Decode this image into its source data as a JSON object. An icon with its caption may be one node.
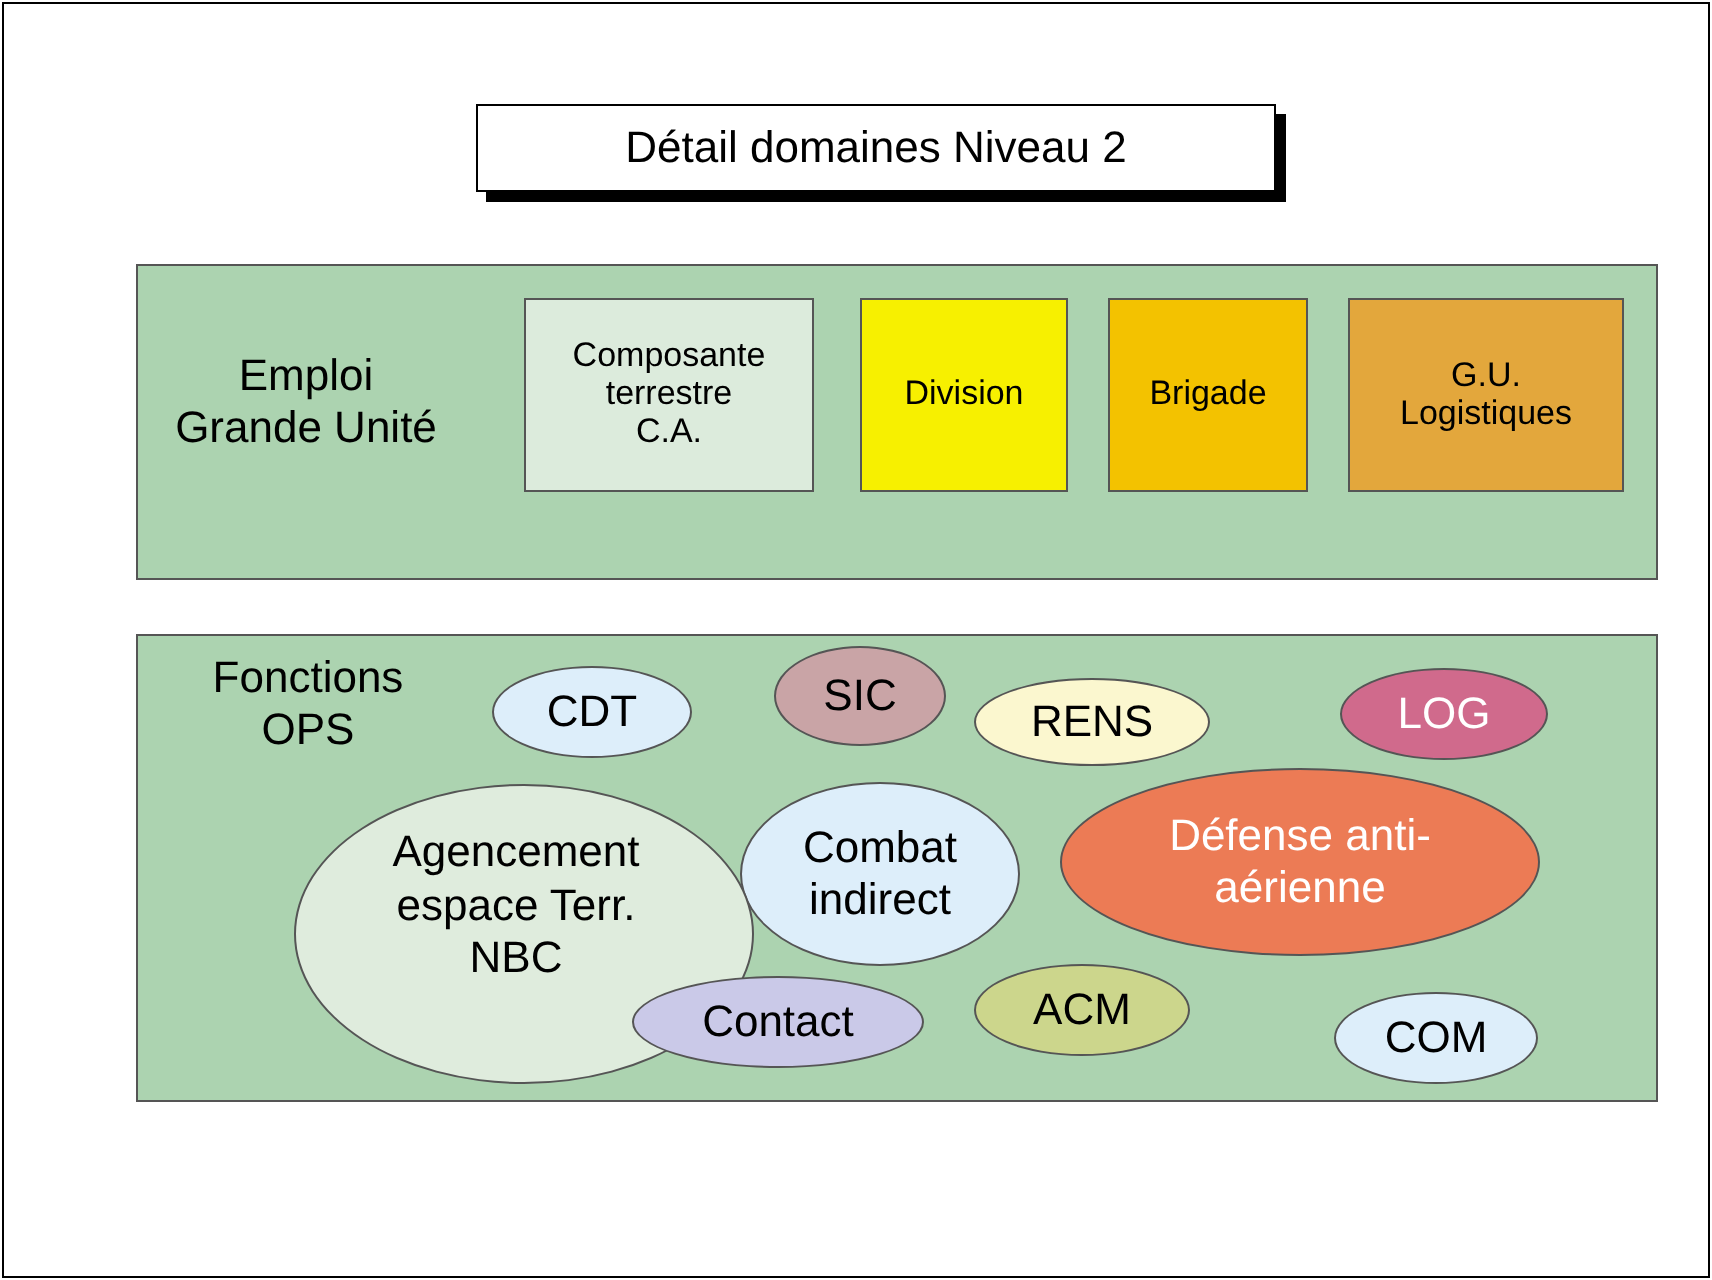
{
  "diagram": {
    "title": "Détail domaines Niveau 2",
    "nodes": [
      {
        "text": [
          "Emploi Grande Unité"
        ]
      },
      {
        "text": [
          "Composante terrestre C.A."
        ],
        "in": 0
      },
      {
        "text": [
          "Division"
        ],
        "in": 0
      },
      {
        "text": [
          "Brigade"
        ],
        "in": 0
      },
      {
        "text": [
          "G.U. Logistiques"
        ],
        "in": 0
      },
      {
        "text": [
          "Fonctions OPS"
        ]
      },
      {
        "text": [
          "CDT"
        ],
        "in": 5
      },
      {
        "text": [
          "SIC"
        ],
        "in": 5
      },
      {
        "text": [
          "RENS"
        ],
        "in": 5
      },
      {
        "text": [
          "LOG"
        ],
        "in": 5
      },
      {
        "text": [
          "Combat indirect"
        ],
        "in": 5
      },
      {
        "text": [
          "Défense anti-aérienne"
        ],
        "in": 5
      },
      {
        "text": [
          "Agencement espace Terr. NBC"
        ],
        "in": 5
      },
      {
        "text": [
          "Contact"
        ],
        "in": 5
      },
      {
        "text": [
          "ACM"
        ],
        "in": 5
      },
      {
        "text": [
          "COM"
        ],
        "in": 5
      }
    ]
  }
}
